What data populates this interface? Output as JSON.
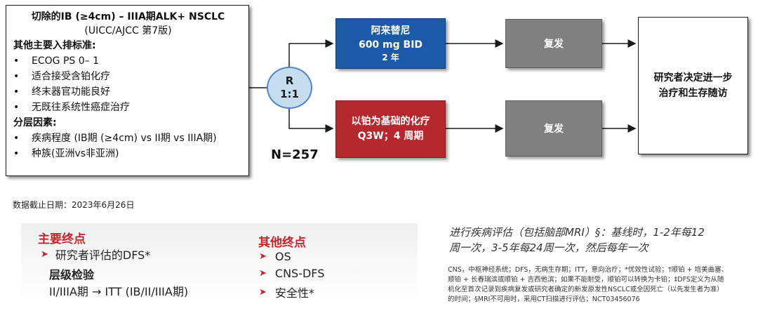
{
  "criteria": {
    "title": "切除的IB (≥4cm) – IIIA期ALK+ NSCLC",
    "subtitle": "(UICC/AJCC 第7版)",
    "inclusion_heading": "其他主要入排标准:",
    "inclusion_items": [
      "ECOG PS 0– 1",
      "适合接受含铂化疗",
      "终末器官功能良好",
      "无既往系统性癌症治疗"
    ],
    "strat_heading": "分层因素:",
    "strat_items": [
      "疾病程度 (IB期 (≥4cm) vs II期 vs IIIA期)",
      "种族(亚洲vs非亚洲)"
    ],
    "bullet": "•"
  },
  "randomization": {
    "line1": "R",
    "line2": "1:1",
    "n": "N=257"
  },
  "arms": {
    "alectinib": {
      "line1": "阿来替尼",
      "line2": "600 mg BID",
      "line3": "2 年",
      "color": "#1b5aa6"
    },
    "chemo": {
      "line1": "以铂为基础的化疗",
      "line2": "Q3W；4 周期",
      "color": "#b5282d"
    }
  },
  "recurrence": {
    "label1": "复发",
    "label2": "复发"
  },
  "final": {
    "line1": "研究者决定进一步",
    "line2": "治疗和生存随访"
  },
  "cutoff": "数据截止日期：2023年6月26日",
  "endpoints": {
    "primary_title": "主要终点",
    "primary_item": "研究者评估的DFS*",
    "hierarchy_title": "层级检验",
    "hierarchy_text": "II/IIIA期 → ITT (IB/II/IIIA期)",
    "other_title": "其他终点",
    "other_items": [
      "OS",
      "CNS-DFS",
      "安全性*"
    ],
    "arrow": "➤",
    "accent_color": "#c0262c"
  },
  "assessment": {
    "line1": "进行疾病评估（包括脑部MRI）§：基线时，1-2年每12",
    "line2": "周一次，3-5年每24周一次，然后每年一次"
  },
  "footnote": {
    "line1": "CNS，中枢神经系统；DFS，无病生存期；ITT，意向治疗；*优效性试验；†顺铂 + 培美曲塞、",
    "line2": "顺铂 + 长春瑞滨或顺铂 + 吉西他滨；如果不能耐受，顺铂可以转换为卡铂；‡DFS定义为从随",
    "line3": "机化至首次记录到疾病复发或研究者确定的新发原发性NSCLC或全因死亡（以先发生者为准）",
    "line4": "的时间；§MRI不可用时，采用CT扫描进行评估；NCT03456076"
  }
}
